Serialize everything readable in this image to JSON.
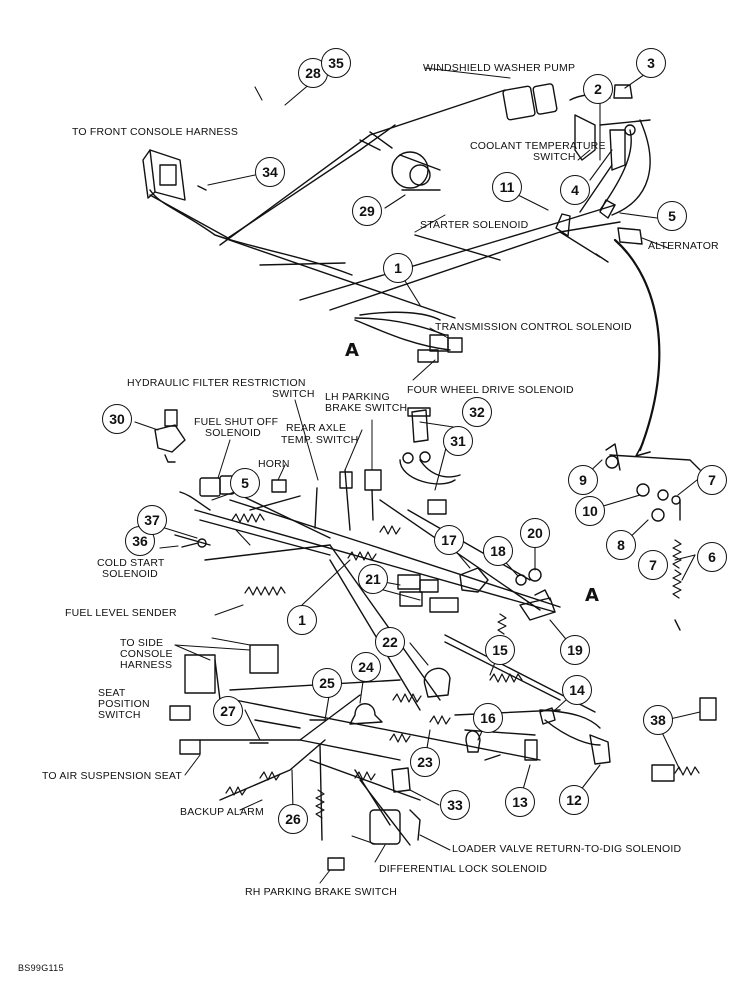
{
  "labels": {
    "windshield_washer_pump": "WINDSHIELD WASHER PUMP",
    "to_front_console_harness": "TO FRONT CONSOLE HARNESS",
    "coolant_temperature_switch_1": "COOLANT TEMPERATURE",
    "coolant_temperature_switch_2": "SWITCH",
    "starter_solenoid": "STARTER SOLENOID",
    "alternator": "ALTERNATOR",
    "transmission_control_solenoid": "TRANSMISSION CONTROL SOLENOID",
    "four_wheel_drive_solenoid": "FOUR WHEEL DRIVE SOLENOID",
    "hydraulic_filter_restriction_1": "HYDRAULIC FILTER RESTRICTION",
    "hydraulic_filter_restriction_2": "SWITCH",
    "lh_parking_brake_1": "LH PARKING",
    "lh_parking_brake_2": "BRAKE SWITCH",
    "fuel_shut_off_1": "FUEL SHUT OFF",
    "fuel_shut_off_2": "SOLENOID",
    "rear_axle_temp_1": "REAR AXLE",
    "rear_axle_temp_2": "TEMP. SWITCH",
    "horn": "HORN",
    "cold_start_1": "COLD START",
    "cold_start_2": "SOLENOID",
    "fuel_level_sender": "FUEL LEVEL SENDER",
    "to_side_console_1": "TO SIDE",
    "to_side_console_2": "CONSOLE",
    "to_side_console_3": "HARNESS",
    "seat_position_1": "SEAT",
    "seat_position_2": "POSITION",
    "seat_position_3": "SWITCH",
    "to_air_suspension_seat": "TO AIR SUSPENSION SEAT",
    "backup_alarm": "BACKUP ALARM",
    "loader_valve": "LOADER VALVE RETURN-TO-DIG SOLENOID",
    "differential_lock": "DIFFERENTIAL LOCK SOLENOID",
    "rh_parking_brake": "RH PARKING BRAKE SWITCH",
    "section_marker": "A",
    "section_marker_2": "A",
    "figure_code": "BS99G115"
  },
  "callouts": [
    "1",
    "1",
    "2",
    "3",
    "4",
    "5",
    "5",
    "6",
    "7",
    "7",
    "8",
    "9",
    "10",
    "11",
    "12",
    "13",
    "14",
    "15",
    "16",
    "17",
    "18",
    "19",
    "20",
    "21",
    "22",
    "23",
    "24",
    "25",
    "26",
    "27",
    "28",
    "29",
    "30",
    "31",
    "32",
    "33",
    "34",
    "35",
    "36",
    "37",
    "38"
  ]
}
